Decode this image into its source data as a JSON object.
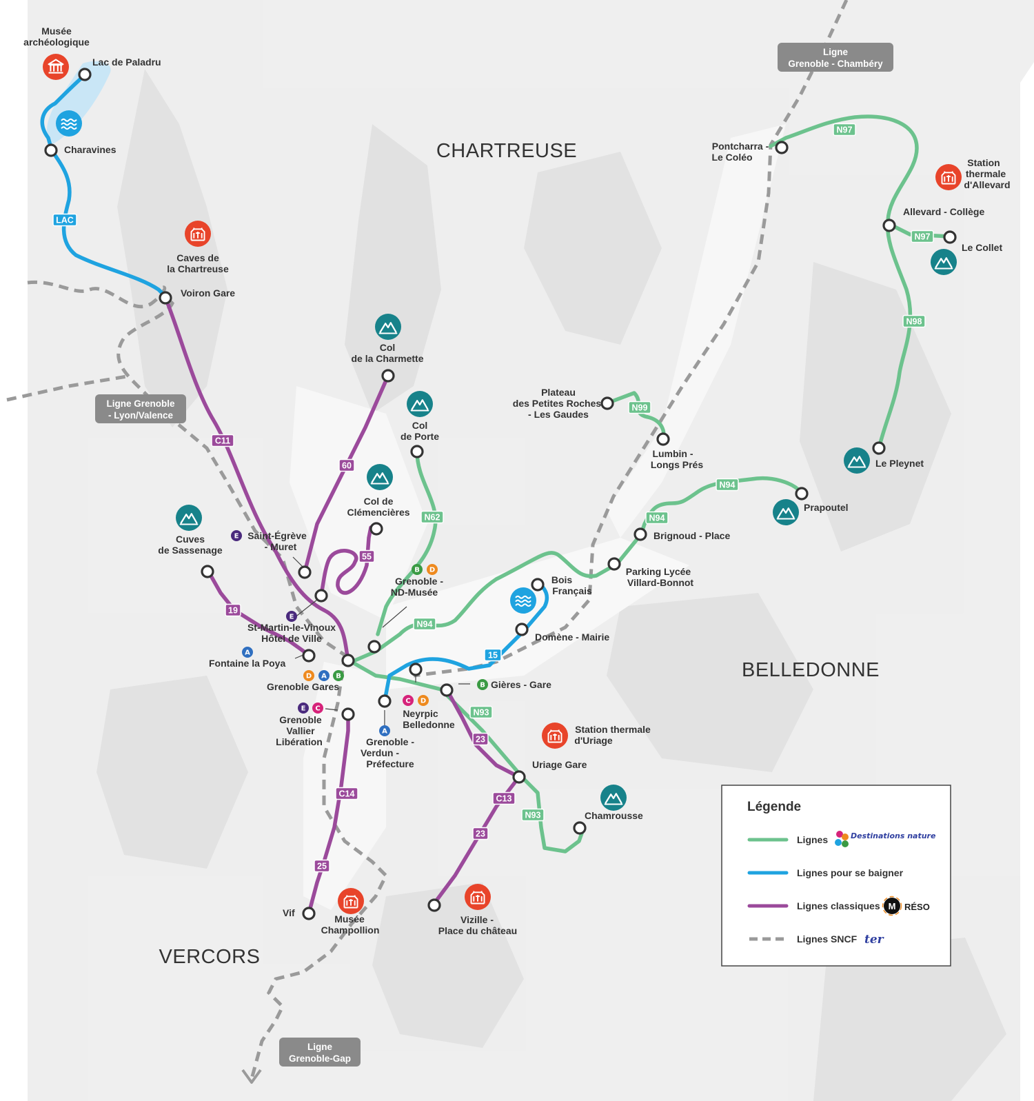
{
  "regions": {
    "chartreuse": "CHARTREUSE",
    "belledonne": "BELLEDONNE",
    "vercors": "VERCORS"
  },
  "rail": {
    "grenoble_chambery": [
      "Ligne",
      "Grenoble - Chambéry"
    ],
    "grenoble_lyon_valence": [
      "Ligne Grenoble",
      "- Lyon/Valence"
    ],
    "grenoble_gap": [
      "Ligne",
      "Grenoble-Gap"
    ]
  },
  "line_badges": {
    "lac": "LAC",
    "c11": "C11",
    "n97a": "N97",
    "n97b": "N97",
    "n98": "N98",
    "n99": "N99",
    "n94a": "N94",
    "n94b": "N94",
    "n94c": "N94",
    "n62": "N62",
    "l60": "60",
    "l55": "55",
    "l19": "19",
    "l15": "15",
    "n93a": "N93",
    "n93b": "N93",
    "l23a": "23",
    "l23b": "23",
    "c13": "C13",
    "c14": "C14",
    "l25": "25"
  },
  "places": {
    "musee_archeo": [
      "Musée",
      "archéologique"
    ],
    "lac_paladru": "Lac de Paladru",
    "charavines": "Charavines",
    "caves_chartreuse": [
      "Caves de",
      "la Chartreuse"
    ],
    "voiron_gare": "Voiron Gare",
    "col_charmette": [
      "Col",
      "de la Charmette"
    ],
    "col_porte": [
      "Col",
      "de Porte"
    ],
    "col_clemencieres": [
      "Col de",
      "Clémencières"
    ],
    "cuves_sassenage": [
      "Cuves",
      "de Sassenage"
    ],
    "saint_egreve": [
      "Saint-Égrève",
      "- Muret"
    ],
    "st_martin": [
      "St-Martin-le-Vinoux",
      "Hôtel de Ville"
    ],
    "fontaine": "Fontaine la Poya",
    "grenoble_gares": "Grenoble Gares",
    "grenoble_vallier": [
      "Grenoble",
      "Vallier",
      "Libération"
    ],
    "grenoble_nd": [
      "Grenoble -",
      "ND-Musée"
    ],
    "grenoble_verdun": [
      "Grenoble -",
      "Verdun -",
      "Préfecture"
    ],
    "neyrpic": [
      "Neyrpic",
      "Belledonne"
    ],
    "gieres": "Gières - Gare",
    "bois_francais": [
      "Bois",
      "Français"
    ],
    "domene": "Domène - Mairie",
    "pontcharra": [
      "Pontcharra -",
      "Le Coléo"
    ],
    "station_allevard": [
      "Station",
      "thermale",
      "d'Allevard"
    ],
    "allevard_college": "Allevard - Collège",
    "le_collet": "Le Collet",
    "le_pleynet": "Le Pleynet",
    "plateau": [
      "Plateau",
      "des Petites Roches",
      "- Les Gaudes"
    ],
    "lumbin": [
      "Lumbin -",
      "Longs Prés"
    ],
    "prapoutel": "Prapoutel",
    "brignoud": "Brignoud - Place",
    "parking_lycee": [
      "Parking Lycée",
      "Villard-Bonnot"
    ],
    "station_uriage": [
      "Station thermale",
      "d'Uriage"
    ],
    "uriage_gare": "Uriage Gare",
    "chamrousse": "Chamrousse",
    "vif": "Vif",
    "musee_champollion": [
      "Musée",
      "Champollion"
    ],
    "vizille": [
      "Vizille -",
      "Place du château"
    ]
  },
  "tram_letters": {
    "saint_egreve": "E",
    "st_martin": "E",
    "fontaine": "A",
    "gares_d": "D",
    "gares_a": "A",
    "gares_b": "B",
    "vallier_e": "E",
    "vallier_c": "C",
    "nd_b": "B",
    "nd_d": "D",
    "neyrpic_c": "C",
    "neyrpic_d": "D",
    "verdun_a": "A",
    "gieres_b": "B"
  },
  "legend": {
    "title": "Légende",
    "items": [
      {
        "label": "Lignes",
        "logo": "Destinations nature",
        "color": "#6cc28d"
      },
      {
        "label": "Lignes pour se baigner",
        "color": "#1fa3e0"
      },
      {
        "label": "Lignes classiques",
        "logo": "RÉSO",
        "color": "#9b4a9b"
      },
      {
        "label": "Lignes SNCF",
        "logo": "ter",
        "color": "#9a9a9a"
      }
    ]
  },
  "colors": {
    "nature": "#6cc28d",
    "bathing": "#1fa3e0",
    "classic": "#9b4a9b",
    "sncf": "#9a9a9a",
    "mountain_icon": "#17828a",
    "heritage_icon": "#e8442a",
    "tram_A": "#2f6fc0",
    "tram_B": "#3a9a43",
    "tram_C": "#d6237a",
    "tram_D": "#ee8a1f",
    "tram_E": "#4a2a7d"
  },
  "icons": {
    "mountain": "mountain-icon",
    "heritage": "heritage-building-icon",
    "museum": "museum-icon",
    "swim": "swimming-waves-icon"
  }
}
